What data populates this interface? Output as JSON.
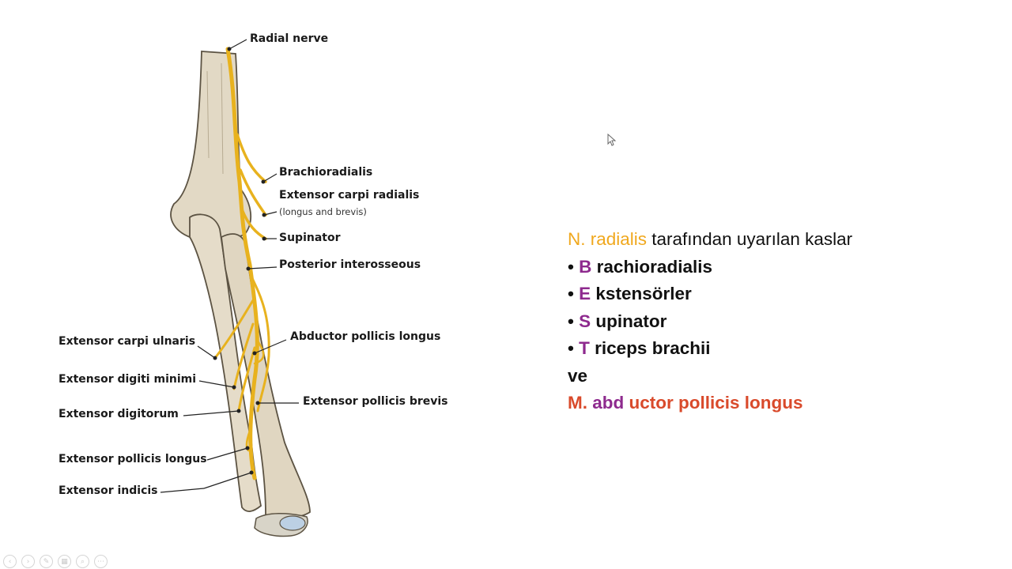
{
  "diagram": {
    "labels": {
      "radial_nerve": "Radial nerve",
      "brachioradialis": "Brachioradialis",
      "ecr": "Extensor carpi radialis",
      "ecr_sub": "(longus and brevis)",
      "supinator": "Supinator",
      "post_interosseous": "Posterior interosseous",
      "abductor_pl": "Abductor pollicis longus",
      "ecu": "Extensor carpi ulnaris",
      "edm": "Extensor digiti minimi",
      "ed": "Extensor digitorum",
      "epb": "Extensor pollicis brevis",
      "epl": "Extensor pollicis longus",
      "ei": "Extensor indicis"
    }
  },
  "text": {
    "intro_highlight": "N. radialis",
    "intro_rest": " tarafından uyarılan kaslar",
    "bullet": "•",
    "items": [
      {
        "letter": "B",
        "rest": " rachioradialis"
      },
      {
        "letter": "E",
        "rest": " kstensörler"
      },
      {
        "letter": "S",
        "rest": " upinator"
      },
      {
        "letter": "T",
        "rest": " riceps brachii"
      }
    ],
    "connector": "ve",
    "final_1": "M. ",
    "final_2": "abd",
    "final_3": " uctor pollicis longus"
  },
  "colors": {
    "nerve": "#e8b21e",
    "intro_highlight": "#f0a81e",
    "letter": "#8e2a8e",
    "final_red": "#d94a2b",
    "final_purple": "#8e2a8e",
    "bone": "#e2d9c5"
  },
  "icons": [
    "cursor-arrow-icon",
    "prev-icon",
    "next-icon",
    "pen-icon",
    "slides-icon",
    "zoom-icon",
    "more-icon"
  ]
}
